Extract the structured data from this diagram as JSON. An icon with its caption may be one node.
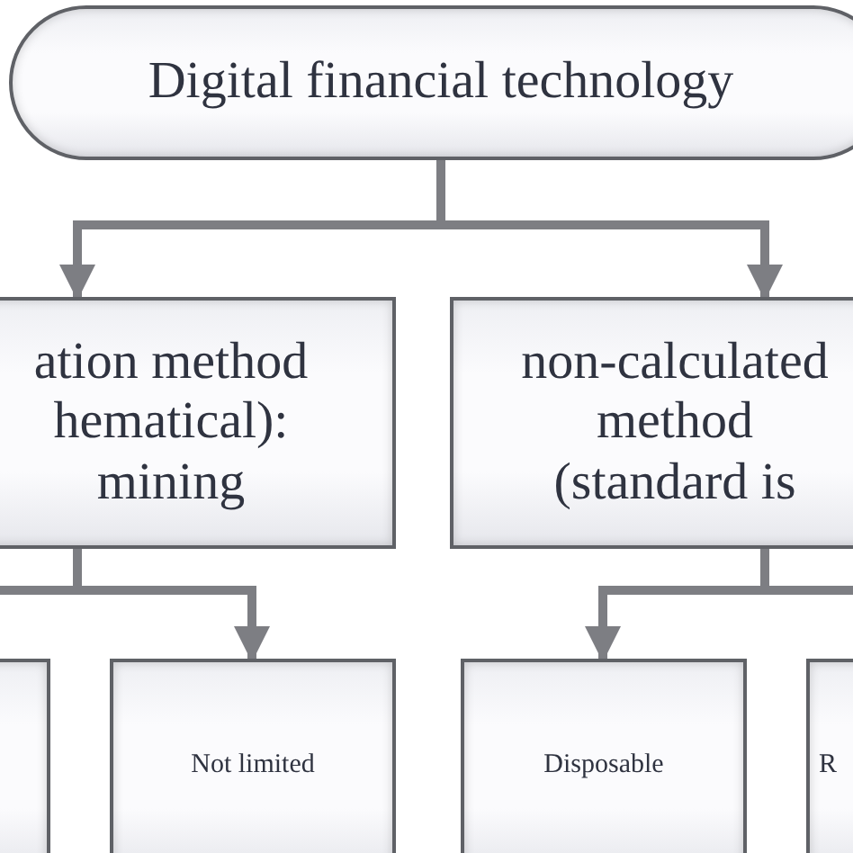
{
  "diagram": {
    "nodes": [
      {
        "text": [
          "Digital financial technology"
        ]
      },
      {
        "text": [
          "ation method hematical): mining"
        ]
      },
      {
        "text": [
          "non-calculated method (standard is"
        ]
      },
      {
        "text": [],
        "shape": "box"
      },
      {
        "text": [
          "Not limited"
        ]
      },
      {
        "text": [
          "Disposable"
        ]
      },
      {
        "text": [
          "R"
        ]
      }
    ],
    "edges": [
      {
        "from": 0,
        "to": 1,
        "arrow": "to"
      },
      {
        "from": 0,
        "to": 2,
        "arrow": "to"
      },
      {
        "from": 1,
        "to": null,
        "arrow": "none"
      },
      {
        "from": 1,
        "to": 4,
        "arrow": "to"
      },
      {
        "from": 2,
        "to": 5,
        "arrow": "to"
      },
      {
        "from": 2,
        "to": null,
        "arrow": "none"
      }
    ]
  }
}
